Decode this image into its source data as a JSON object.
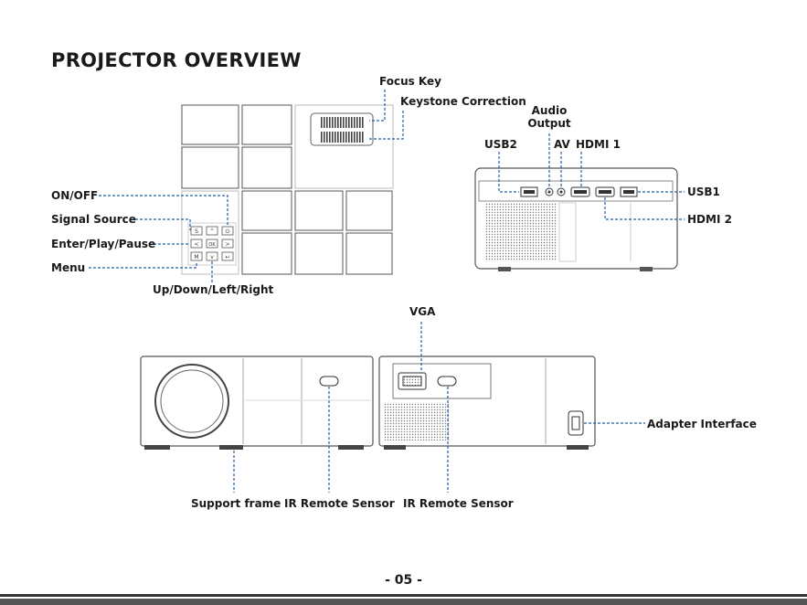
{
  "title": "PROJECTOR OVERVIEW",
  "labels": {
    "focus_key": "Focus Key",
    "keystone": "Keystone Correction",
    "audio_output_1": "Audio",
    "audio_output_2": "Output",
    "usb2": "USB2",
    "av": "AV",
    "hdmi1": "HDMI 1",
    "usb1": "USB1",
    "hdmi2": "HDMI 2",
    "on_off": "ON/OFF",
    "signal_source": "Signal Source",
    "enter_play_pause": "Enter/Play/Pause",
    "menu": "Menu",
    "up_down_left_right": "Up/Down/Left/Right",
    "vga": "VGA",
    "adapter_interface": "Adapter Interface",
    "support_frame": "Support frame",
    "ir_sensor_front": "IR Remote Sensor",
    "ir_sensor_back": "IR Remote Sensor"
  },
  "keypad": {
    "source": "S",
    "up": "^",
    "power": "⏻",
    "left": "<",
    "ok": "OK",
    "right": ">",
    "menu": "M",
    "down": "v",
    "back": "↩"
  },
  "page_number": "- 05 -",
  "colors": {
    "leader": "#1f5fa8",
    "ink": "#1a1a1a",
    "outline": "#8a8a8a"
  }
}
